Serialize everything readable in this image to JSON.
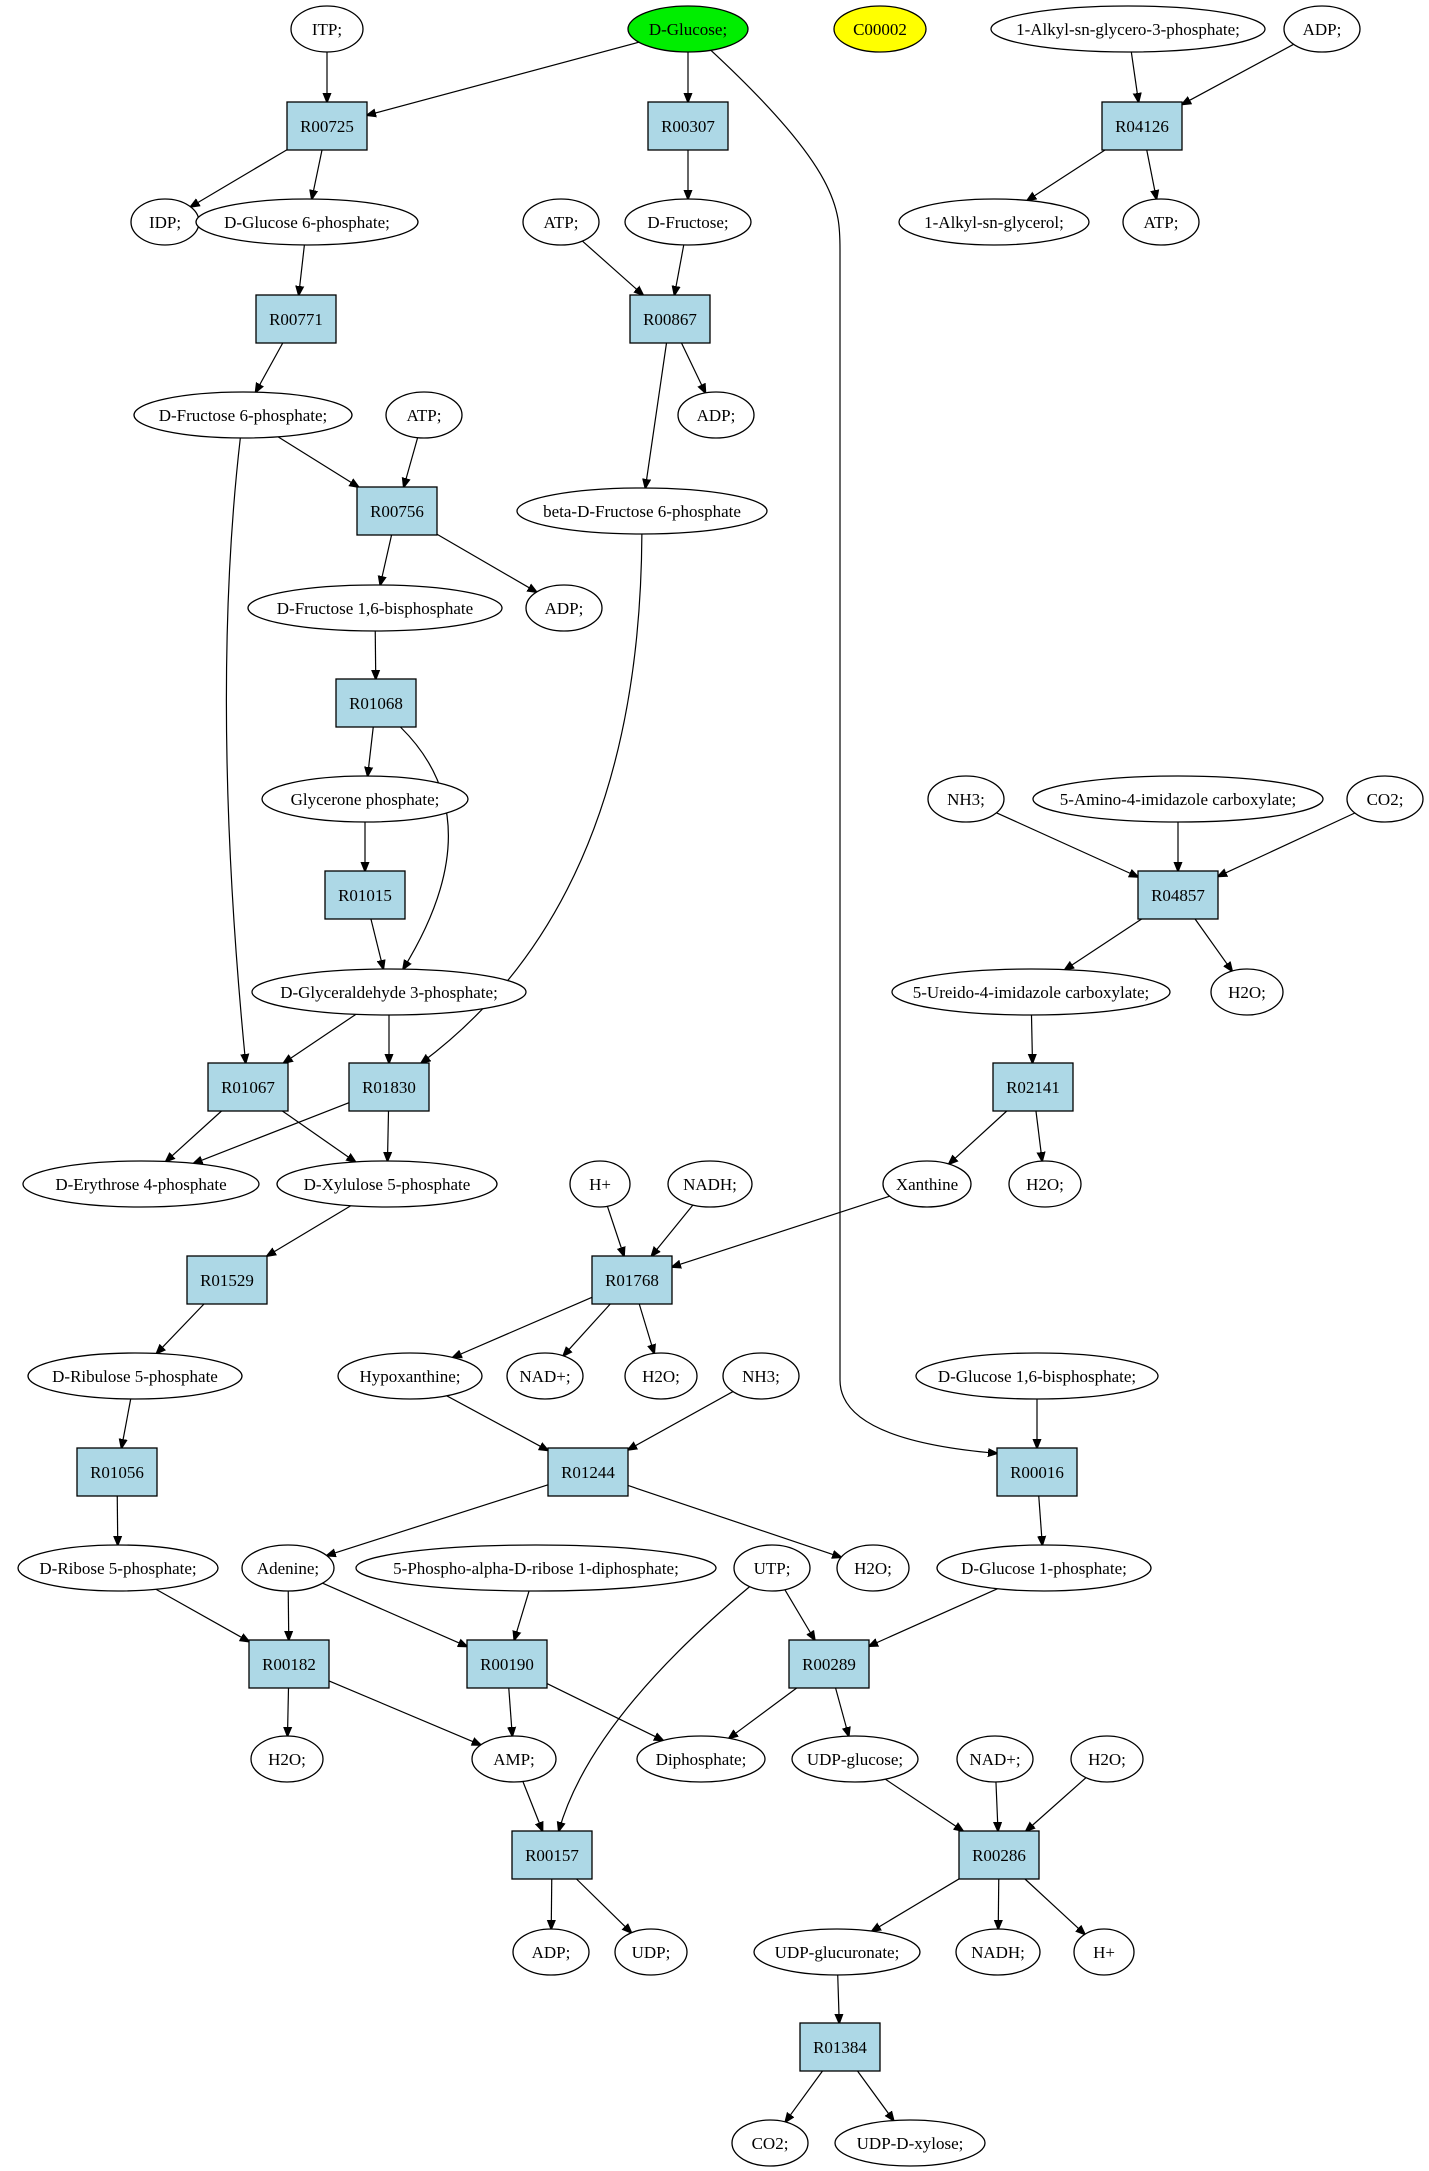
{
  "nodes": [
    {
      "id": "itp",
      "label": "ITP;",
      "shape": "ellipse"
    },
    {
      "id": "dglucose",
      "label": "D-Glucose;",
      "shape": "ellipse",
      "fill": "#00ee00"
    },
    {
      "id": "c00002",
      "label": "C00002",
      "shape": "ellipse",
      "fill": "#ffff00"
    },
    {
      "id": "alkylglycerop",
      "label": "1-Alkyl-sn-glycero-3-phosphate;",
      "shape": "ellipse"
    },
    {
      "id": "adp_top",
      "label": "ADP;",
      "shape": "ellipse"
    },
    {
      "id": "r00725",
      "label": "R00725",
      "shape": "box"
    },
    {
      "id": "r00307",
      "label": "R00307",
      "shape": "box"
    },
    {
      "id": "r04126",
      "label": "R04126",
      "shape": "box"
    },
    {
      "id": "idp",
      "label": "IDP;",
      "shape": "ellipse"
    },
    {
      "id": "g6p",
      "label": "D-Glucose 6-phosphate;",
      "shape": "ellipse"
    },
    {
      "id": "atp_a",
      "label": "ATP;",
      "shape": "ellipse"
    },
    {
      "id": "dfructose",
      "label": "D-Fructose;",
      "shape": "ellipse"
    },
    {
      "id": "alkylglycerol",
      "label": "1-Alkyl-sn-glycerol;",
      "shape": "ellipse"
    },
    {
      "id": "atp_b",
      "label": "ATP;",
      "shape": "ellipse"
    },
    {
      "id": "r00771",
      "label": "R00771",
      "shape": "box"
    },
    {
      "id": "r00867",
      "label": "R00867",
      "shape": "box"
    },
    {
      "id": "f6p",
      "label": "D-Fructose 6-phosphate;",
      "shape": "ellipse"
    },
    {
      "id": "atp_c",
      "label": "ATP;",
      "shape": "ellipse"
    },
    {
      "id": "adp_a",
      "label": "ADP;",
      "shape": "ellipse"
    },
    {
      "id": "r00756",
      "label": "R00756",
      "shape": "box"
    },
    {
      "id": "bf6p",
      "label": "beta-D-Fructose 6-phosphate",
      "shape": "ellipse"
    },
    {
      "id": "f16bp",
      "label": "D-Fructose 1,6-bisphosphate",
      "shape": "ellipse"
    },
    {
      "id": "adp_b",
      "label": "ADP;",
      "shape": "ellipse"
    },
    {
      "id": "r01068",
      "label": "R01068",
      "shape": "box"
    },
    {
      "id": "nh3_a",
      "label": "NH3;",
      "shape": "ellipse"
    },
    {
      "id": "aica",
      "label": "5-Amino-4-imidazole carboxylate;",
      "shape": "ellipse"
    },
    {
      "id": "co2_a",
      "label": "CO2;",
      "shape": "ellipse"
    },
    {
      "id": "glycerone",
      "label": "Glycerone phosphate;",
      "shape": "ellipse"
    },
    {
      "id": "r01015",
      "label": "R01015",
      "shape": "box"
    },
    {
      "id": "r04857",
      "label": "R04857",
      "shape": "box"
    },
    {
      "id": "g3p",
      "label": "D-Glyceraldehyde 3-phosphate;",
      "shape": "ellipse"
    },
    {
      "id": "uica",
      "label": "5-Ureido-4-imidazole carboxylate;",
      "shape": "ellipse"
    },
    {
      "id": "h2o_a",
      "label": "H2O;",
      "shape": "ellipse"
    },
    {
      "id": "r01067",
      "label": "R01067",
      "shape": "box"
    },
    {
      "id": "r01830",
      "label": "R01830",
      "shape": "box"
    },
    {
      "id": "r02141",
      "label": "R02141",
      "shape": "box"
    },
    {
      "id": "e4p",
      "label": "D-Erythrose 4-phosphate",
      "shape": "ellipse"
    },
    {
      "id": "x5p",
      "label": "D-Xylulose 5-phosphate",
      "shape": "ellipse"
    },
    {
      "id": "hplus_a",
      "label": "H+",
      "shape": "ellipse"
    },
    {
      "id": "nadh_a",
      "label": "NADH;",
      "shape": "ellipse"
    },
    {
      "id": "xanthine",
      "label": "Xanthine",
      "shape": "ellipse"
    },
    {
      "id": "h2o_b",
      "label": "H2O;",
      "shape": "ellipse"
    },
    {
      "id": "r01529",
      "label": "R01529",
      "shape": "box"
    },
    {
      "id": "r01768",
      "label": "R01768",
      "shape": "box"
    },
    {
      "id": "ru5p",
      "label": "D-Ribulose 5-phosphate",
      "shape": "ellipse"
    },
    {
      "id": "hypox",
      "label": "Hypoxanthine;",
      "shape": "ellipse"
    },
    {
      "id": "nadplus_a",
      "label": "NAD+;",
      "shape": "ellipse"
    },
    {
      "id": "h2o_c",
      "label": "H2O;",
      "shape": "ellipse"
    },
    {
      "id": "nh3_b",
      "label": "NH3;",
      "shape": "ellipse"
    },
    {
      "id": "g16bp",
      "label": "D-Glucose 1,6-bisphosphate;",
      "shape": "ellipse"
    },
    {
      "id": "r01056",
      "label": "R01056",
      "shape": "box"
    },
    {
      "id": "r01244",
      "label": "R01244",
      "shape": "box"
    },
    {
      "id": "r00016",
      "label": "R00016",
      "shape": "box"
    },
    {
      "id": "r5p",
      "label": "D-Ribose 5-phosphate;",
      "shape": "ellipse"
    },
    {
      "id": "adenine",
      "label": "Adenine;",
      "shape": "ellipse"
    },
    {
      "id": "prpp",
      "label": "5-Phospho-alpha-D-ribose 1-diphosphate;",
      "shape": "ellipse"
    },
    {
      "id": "utp",
      "label": "UTP;",
      "shape": "ellipse"
    },
    {
      "id": "h2o_d",
      "label": "H2O;",
      "shape": "ellipse"
    },
    {
      "id": "g1p",
      "label": "D-Glucose 1-phosphate;",
      "shape": "ellipse"
    },
    {
      "id": "r00182",
      "label": "R00182",
      "shape": "box"
    },
    {
      "id": "r00190",
      "label": "R00190",
      "shape": "box"
    },
    {
      "id": "r00289",
      "label": "R00289",
      "shape": "box"
    },
    {
      "id": "h2o_e",
      "label": "H2O;",
      "shape": "ellipse"
    },
    {
      "id": "amp",
      "label": "AMP;",
      "shape": "ellipse"
    },
    {
      "id": "diphosphate",
      "label": "Diphosphate;",
      "shape": "ellipse"
    },
    {
      "id": "udpglucose",
      "label": "UDP-glucose;",
      "shape": "ellipse"
    },
    {
      "id": "nadplus_b",
      "label": "NAD+;",
      "shape": "ellipse"
    },
    {
      "id": "h2o_f",
      "label": "H2O;",
      "shape": "ellipse"
    },
    {
      "id": "r00157",
      "label": "R00157",
      "shape": "box"
    },
    {
      "id": "r00286",
      "label": "R00286",
      "shape": "box"
    },
    {
      "id": "adp_c",
      "label": "ADP;",
      "shape": "ellipse"
    },
    {
      "id": "udp",
      "label": "UDP;",
      "shape": "ellipse"
    },
    {
      "id": "udpglucuronate",
      "label": "UDP-glucuronate;",
      "shape": "ellipse"
    },
    {
      "id": "nadh_b",
      "label": "NADH;",
      "shape": "ellipse"
    },
    {
      "id": "hplus_b",
      "label": "H+",
      "shape": "ellipse"
    },
    {
      "id": "r01384",
      "label": "R01384",
      "shape": "box"
    },
    {
      "id": "co2_b",
      "label": "CO2;",
      "shape": "ellipse"
    },
    {
      "id": "udpxylose",
      "label": "UDP-D-xylose;",
      "shape": "ellipse"
    }
  ],
  "edges": [
    [
      "itp",
      "r00725"
    ],
    [
      "dglucose",
      "r00725"
    ],
    [
      "r00725",
      "idp"
    ],
    [
      "r00725",
      "g6p"
    ],
    [
      "dglucose",
      "r00307"
    ],
    [
      "r00307",
      "dfructose"
    ],
    [
      "alkylglycerop",
      "r04126"
    ],
    [
      "adp_top",
      "r04126"
    ],
    [
      "r04126",
      "alkylglycerol"
    ],
    [
      "r04126",
      "atp_b"
    ],
    [
      "g6p",
      "r00771"
    ],
    [
      "r00771",
      "f6p"
    ],
    [
      "atp_a",
      "r00867"
    ],
    [
      "dfructose",
      "r00867"
    ],
    [
      "r00867",
      "adp_a"
    ],
    [
      "r00867",
      "bf6p"
    ],
    [
      "f6p",
      "r00756"
    ],
    [
      "atp_c",
      "r00756"
    ],
    [
      "r00756",
      "f16bp"
    ],
    [
      "r00756",
      "adp_b"
    ],
    [
      "f16bp",
      "r01068"
    ],
    [
      "r01068",
      "glycerone"
    ],
    [
      "r01068",
      "g3p"
    ],
    [
      "glycerone",
      "r01015"
    ],
    [
      "r01015",
      "g3p"
    ],
    [
      "nh3_a",
      "r04857"
    ],
    [
      "aica",
      "r04857"
    ],
    [
      "co2_a",
      "r04857"
    ],
    [
      "r04857",
      "uica"
    ],
    [
      "r04857",
      "h2o_a"
    ],
    [
      "f6p",
      "r01067"
    ],
    [
      "g3p",
      "r01067"
    ],
    [
      "r01067",
      "e4p"
    ],
    [
      "r01067",
      "x5p"
    ],
    [
      "g3p",
      "r01830"
    ],
    [
      "bf6p",
      "r01830"
    ],
    [
      "r01830",
      "e4p"
    ],
    [
      "r01830",
      "x5p"
    ],
    [
      "uica",
      "r02141"
    ],
    [
      "r02141",
      "xanthine"
    ],
    [
      "r02141",
      "h2o_b"
    ],
    [
      "x5p",
      "r01529"
    ],
    [
      "r01529",
      "ru5p"
    ],
    [
      "hplus_a",
      "r01768"
    ],
    [
      "nadh_a",
      "r01768"
    ],
    [
      "xanthine",
      "r01768"
    ],
    [
      "r01768",
      "hypox"
    ],
    [
      "r01768",
      "nadplus_a"
    ],
    [
      "r01768",
      "h2o_c"
    ],
    [
      "ru5p",
      "r01056"
    ],
    [
      "r01056",
      "r5p"
    ],
    [
      "hypox",
      "r01244"
    ],
    [
      "nh3_b",
      "r01244"
    ],
    [
      "r01244",
      "adenine"
    ],
    [
      "r01244",
      "h2o_d"
    ],
    [
      "dglucose",
      "r00016"
    ],
    [
      "g16bp",
      "r00016"
    ],
    [
      "r00016",
      "g1p"
    ],
    [
      "r5p",
      "r00182"
    ],
    [
      "adenine",
      "r00182"
    ],
    [
      "r00182",
      "h2o_e"
    ],
    [
      "r00182",
      "amp"
    ],
    [
      "adenine",
      "r00190"
    ],
    [
      "prpp",
      "r00190"
    ],
    [
      "r00190",
      "amp"
    ],
    [
      "r00190",
      "diphosphate"
    ],
    [
      "utp",
      "r00289"
    ],
    [
      "g1p",
      "r00289"
    ],
    [
      "r00289",
      "diphosphate"
    ],
    [
      "r00289",
      "udpglucose"
    ],
    [
      "amp",
      "r00157"
    ],
    [
      "utp",
      "r00157"
    ],
    [
      "r00157",
      "adp_c"
    ],
    [
      "r00157",
      "udp"
    ],
    [
      "udpglucose",
      "r00286"
    ],
    [
      "nadplus_b",
      "r00286"
    ],
    [
      "h2o_f",
      "r00286"
    ],
    [
      "r00286",
      "udpglucuronate"
    ],
    [
      "r00286",
      "nadh_b"
    ],
    [
      "r00286",
      "hplus_b"
    ],
    [
      "udpglucuronate",
      "r01384"
    ],
    [
      "r01384",
      "co2_b"
    ],
    [
      "r01384",
      "udpxylose"
    ]
  ]
}
